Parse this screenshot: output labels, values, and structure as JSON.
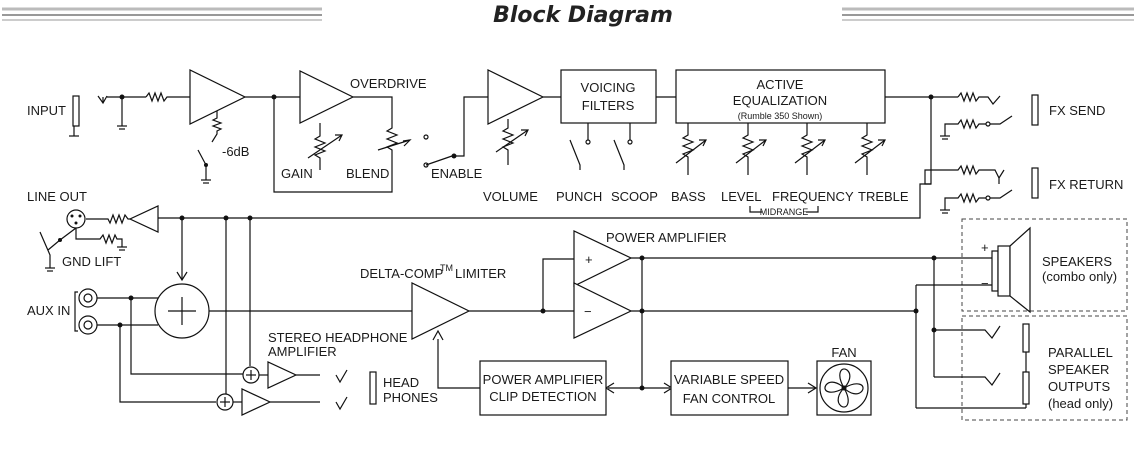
{
  "title": "Block Diagram",
  "labels": {
    "input": "INPUT",
    "overdrive": "OVERDRIVE",
    "minus6db": "-6dB",
    "gain": "GAIN",
    "blend": "BLEND",
    "enable": "ENABLE",
    "volume": "VOLUME",
    "voicing1": "VOICING",
    "voicing2": "FILTERS",
    "punch": "PUNCH",
    "scoop": "SCOOP",
    "eq1": "ACTIVE",
    "eq2": "EQUALIZATION",
    "eq3": "(Rumble 350 Shown)",
    "bass": "BASS",
    "level": "LEVEL",
    "frequency": "FREQUENCY",
    "treble": "TREBLE",
    "midrange": "MIDRANGE",
    "fx_send": "FX SEND",
    "fx_return": "FX RETURN",
    "line_out": "LINE OUT",
    "gnd_lift": "GND LIFT",
    "aux_in": "AUX IN",
    "delta_comp": "DELTA-COMP",
    "tm": "TM",
    "limiter": "LIMITER",
    "power_amp": "POWER AMPLIFIER",
    "plus": "+",
    "minus": "−",
    "speakers1": "SPEAKERS",
    "speakers2": "(combo only)",
    "parallel1": "PARALLEL",
    "parallel2": "SPEAKER",
    "parallel3": "OUTPUTS",
    "parallel4": "(head only)",
    "hp_amp1": "STEREO HEADPHONE",
    "hp_amp2": "AMPLIFIER",
    "head1": "HEAD",
    "head2": "PHONES",
    "clip1": "POWER AMPLIFIER",
    "clip2": "CLIP DETECTION",
    "fan_ctrl1": "VARIABLE SPEED",
    "fan_ctrl2": "FAN CONTROL",
    "fan": "FAN"
  }
}
